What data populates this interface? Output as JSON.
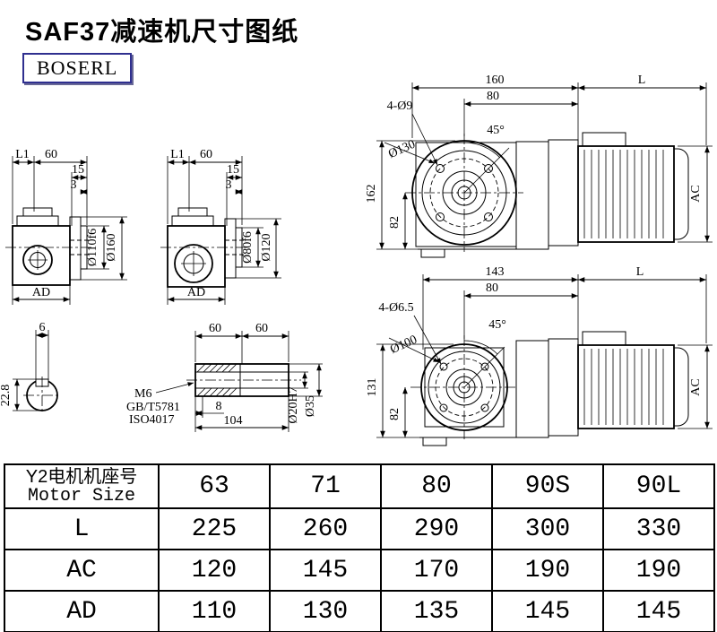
{
  "title": "SAF37减速机尺寸图纸",
  "logo": "BOSERL",
  "colors": {
    "ink": "#000000",
    "paper": "#ffffff",
    "logo-border": "#2f2f8f"
  },
  "side_view_1": {
    "l1": "L1",
    "d60": "60",
    "d15": "15",
    "d3": "3",
    "shaft_dia": "Ø110f6",
    "flange_dia": "Ø160",
    "ad": "AD"
  },
  "side_view_2": {
    "l1": "L1",
    "d60": "60",
    "d15": "15",
    "d3": "3",
    "shaft_dia": "Ø80f6",
    "flange_dia": "Ø120",
    "ad": "AD"
  },
  "front_view_1": {
    "width": "160",
    "motor_len": "L",
    "holes": "4-Ø9",
    "d80": "80",
    "angle": "45°",
    "flange_dia": "Ø130",
    "height": "162",
    "d82": "82",
    "ac": "AC"
  },
  "front_view_2": {
    "width": "143",
    "motor_len": "L",
    "holes": "4-Ø6.5",
    "d80": "80",
    "angle": "45°",
    "flange_dia": "Ø100",
    "height": "131",
    "d82": "82",
    "ac": "AC"
  },
  "shaft_section": {
    "key_width": "6",
    "depth": "22.8"
  },
  "shaft_detail": {
    "len1": "60",
    "len2": "60",
    "thread": "M6",
    "std1": "GB/T5781",
    "std2": "ISO4017",
    "d8": "8",
    "d104": "104",
    "bore_dia": "Ø20H7",
    "shaft_dia": "Ø35"
  },
  "table": {
    "header_label_cn": "Y2电机机座号",
    "header_label_en": "Motor Size",
    "columns": [
      "63",
      "71",
      "80",
      "90S",
      "90L"
    ],
    "rows": [
      {
        "label": "L",
        "values": [
          "225",
          "260",
          "290",
          "300",
          "330"
        ]
      },
      {
        "label": "AC",
        "values": [
          "120",
          "145",
          "170",
          "190",
          "190"
        ]
      },
      {
        "label": "AD",
        "values": [
          "110",
          "130",
          "135",
          "145",
          "145"
        ]
      }
    ]
  }
}
